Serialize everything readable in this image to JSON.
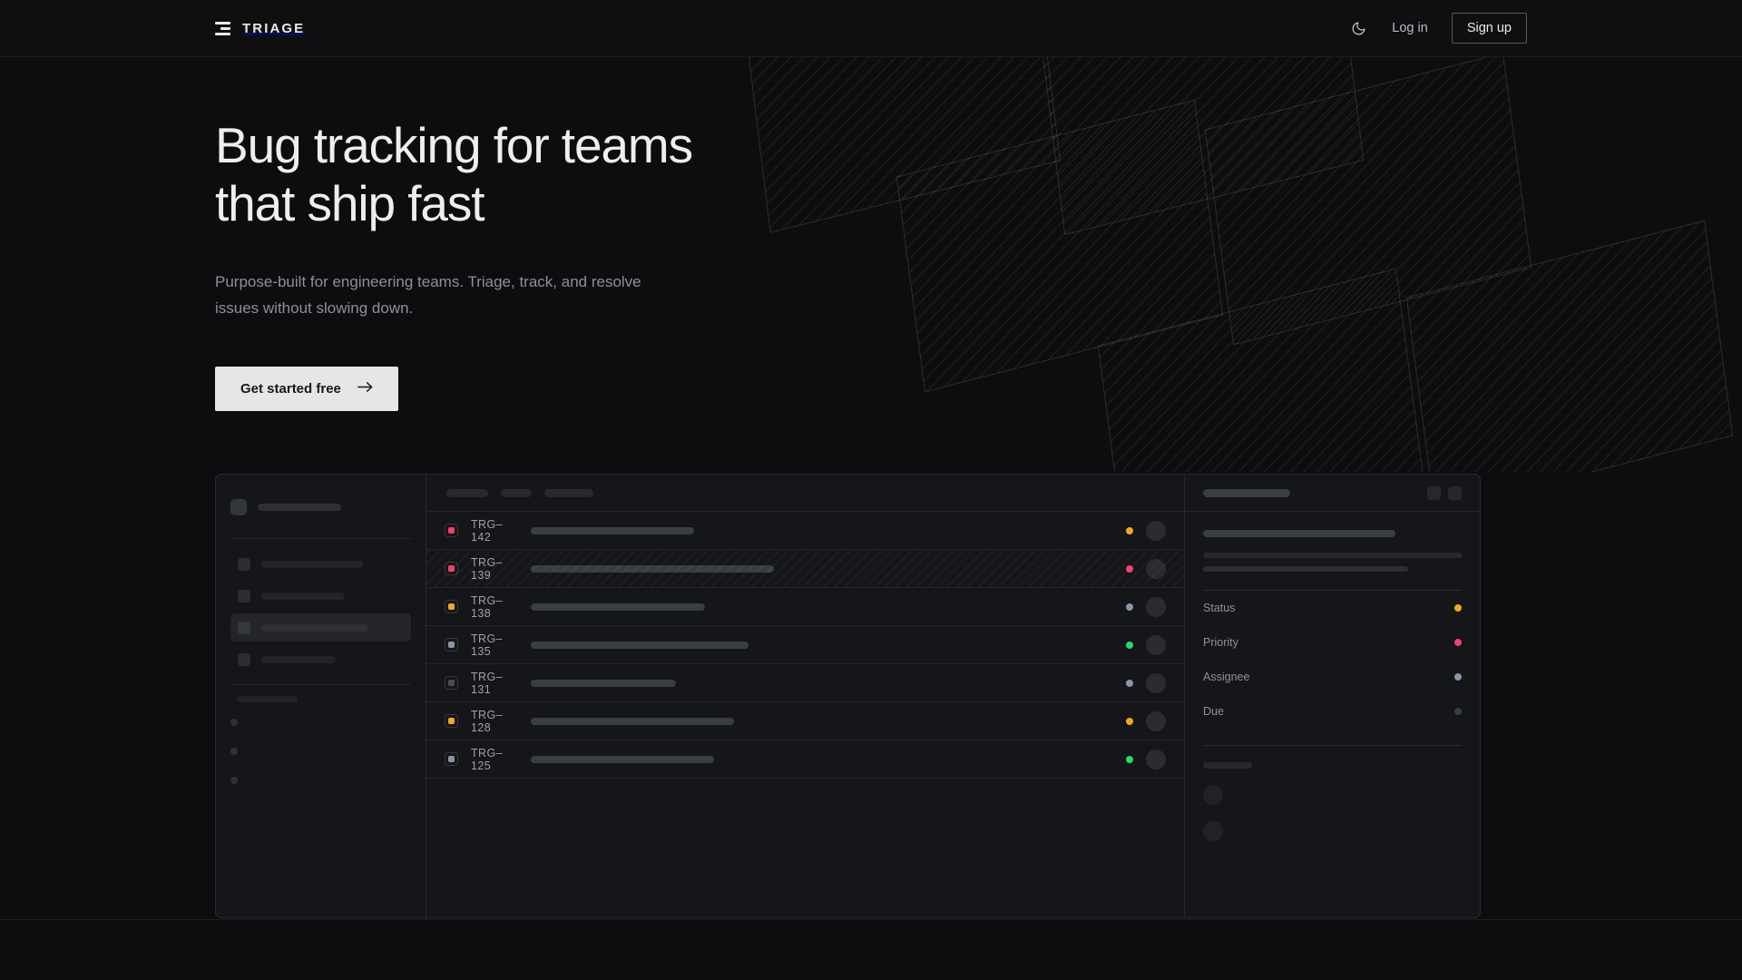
{
  "brand": {
    "name": "TRIAGE",
    "mark_icon": "stacked-bars-logo-icon"
  },
  "nav": {
    "theme_toggle_icon": "moon-icon",
    "login_label": "Log in",
    "signup_label": "Sign up"
  },
  "hero": {
    "headline_line1": "Bug tracking for teams",
    "headline_line2": "that ship fast",
    "subtext": "Purpose-built for engineering teams. Triage, track, and resolve issues without slowing down.",
    "cta_label": "Get started free",
    "cta_icon": "arrow-right-icon"
  },
  "colors": {
    "page_bg": "#0d0d0f",
    "topbar_bg": "#0f0f11",
    "card_bg": "#151619",
    "cta_bg": "#e6e6e6",
    "cta_text": "#17181a",
    "heading": "#edeef0",
    "muted_text": "#8d9096",
    "status_orange": "#f5a623",
    "status_pink": "#ef4070",
    "status_green": "#22dd66",
    "status_slate": "#8b94a8",
    "status_gray": "#3a3d42"
  },
  "mockup": {
    "sidebar": {
      "nav_items": [
        {
          "name": "nav-item-1",
          "active": false,
          "width": 112
        },
        {
          "name": "nav-item-2",
          "active": false,
          "width": 92
        },
        {
          "name": "nav-item-3",
          "active": true,
          "width": 118
        },
        {
          "name": "nav-item-4",
          "active": false,
          "width": 82
        }
      ],
      "section_label_width": 66,
      "mini_dots": 3
    },
    "toolbar_pills": [
      46,
      34,
      54
    ],
    "list_columns": [
      "priority",
      "key",
      "title",
      "status",
      "assignee"
    ],
    "rows": [
      {
        "key": "TRG–142",
        "priority_color": "#ef4070",
        "status_color": "#f5a623",
        "title_width": 180,
        "hatched": false
      },
      {
        "key": "TRG–139",
        "priority_color": "#ef4070",
        "status_color": "#ef4070",
        "title_width": 268,
        "hatched": true
      },
      {
        "key": "TRG–138",
        "priority_color": "#f5a623",
        "status_color": "#8b94a8",
        "title_width": 192,
        "hatched": false
      },
      {
        "key": "TRG–135",
        "priority_color": "#8b94a8",
        "status_color": "#22dd66",
        "title_width": 240,
        "hatched": false
      },
      {
        "key": "TRG–131",
        "priority_color": "#4a4d53",
        "status_color": "#8b94a8",
        "title_width": 160,
        "hatched": false
      },
      {
        "key": "TRG–128",
        "priority_color": "#f5a623",
        "status_color": "#f5a623",
        "title_width": 224,
        "hatched": false
      },
      {
        "key": "TRG–125",
        "priority_color": "#8b94a8",
        "status_color": "#22dd66",
        "title_width": 202,
        "hatched": false
      }
    ],
    "detail": {
      "header_buttons": 2,
      "meta": [
        {
          "label": "Status",
          "color": "#f5a623"
        },
        {
          "label": "Priority",
          "color": "#ef4070"
        },
        {
          "label": "Assignee",
          "color": "#8b94a8"
        },
        {
          "label": "Due",
          "color": "#3a3d42"
        }
      ],
      "activity_avatars": 2
    }
  }
}
